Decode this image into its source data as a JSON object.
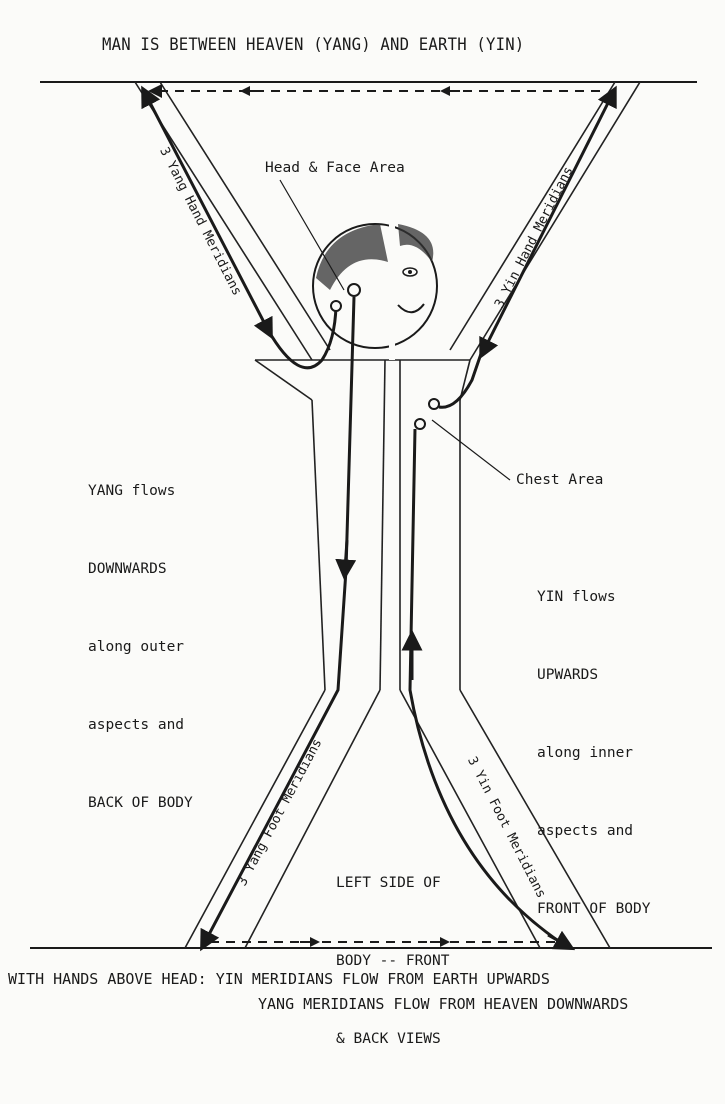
{
  "title": "MAN IS BETWEEN HEAVEN (YANG) AND EARTH (YIN)",
  "labels": {
    "head_face": "Head & Face Area",
    "chest": "Chest Area",
    "yang_hand": "3 Yang Hand Meridians",
    "yin_hand": "3 Yin Hand Meridians",
    "yang_foot": "3 Yang Foot Meridians",
    "yin_foot": "3 Yin Foot Meridians"
  },
  "notes": {
    "yang": [
      "YANG flows",
      "DOWNWARDS",
      "along outer",
      "aspects and",
      "BACK OF BODY"
    ],
    "yin": [
      "YIN flows",
      "UPWARDS",
      "along inner",
      "aspects and",
      "FRONT OF BODY"
    ],
    "body": [
      "LEFT SIDE OF",
      "BODY -- FRONT",
      "& BACK VIEWS"
    ]
  },
  "footer": {
    "line1": "WITH HANDS ABOVE HEAD: YIN MERIDIANS FLOW FROM EARTH UPWARDS",
    "line2": "YANG MERIDIANS FLOW FROM HEAVEN DOWNWARDS"
  }
}
